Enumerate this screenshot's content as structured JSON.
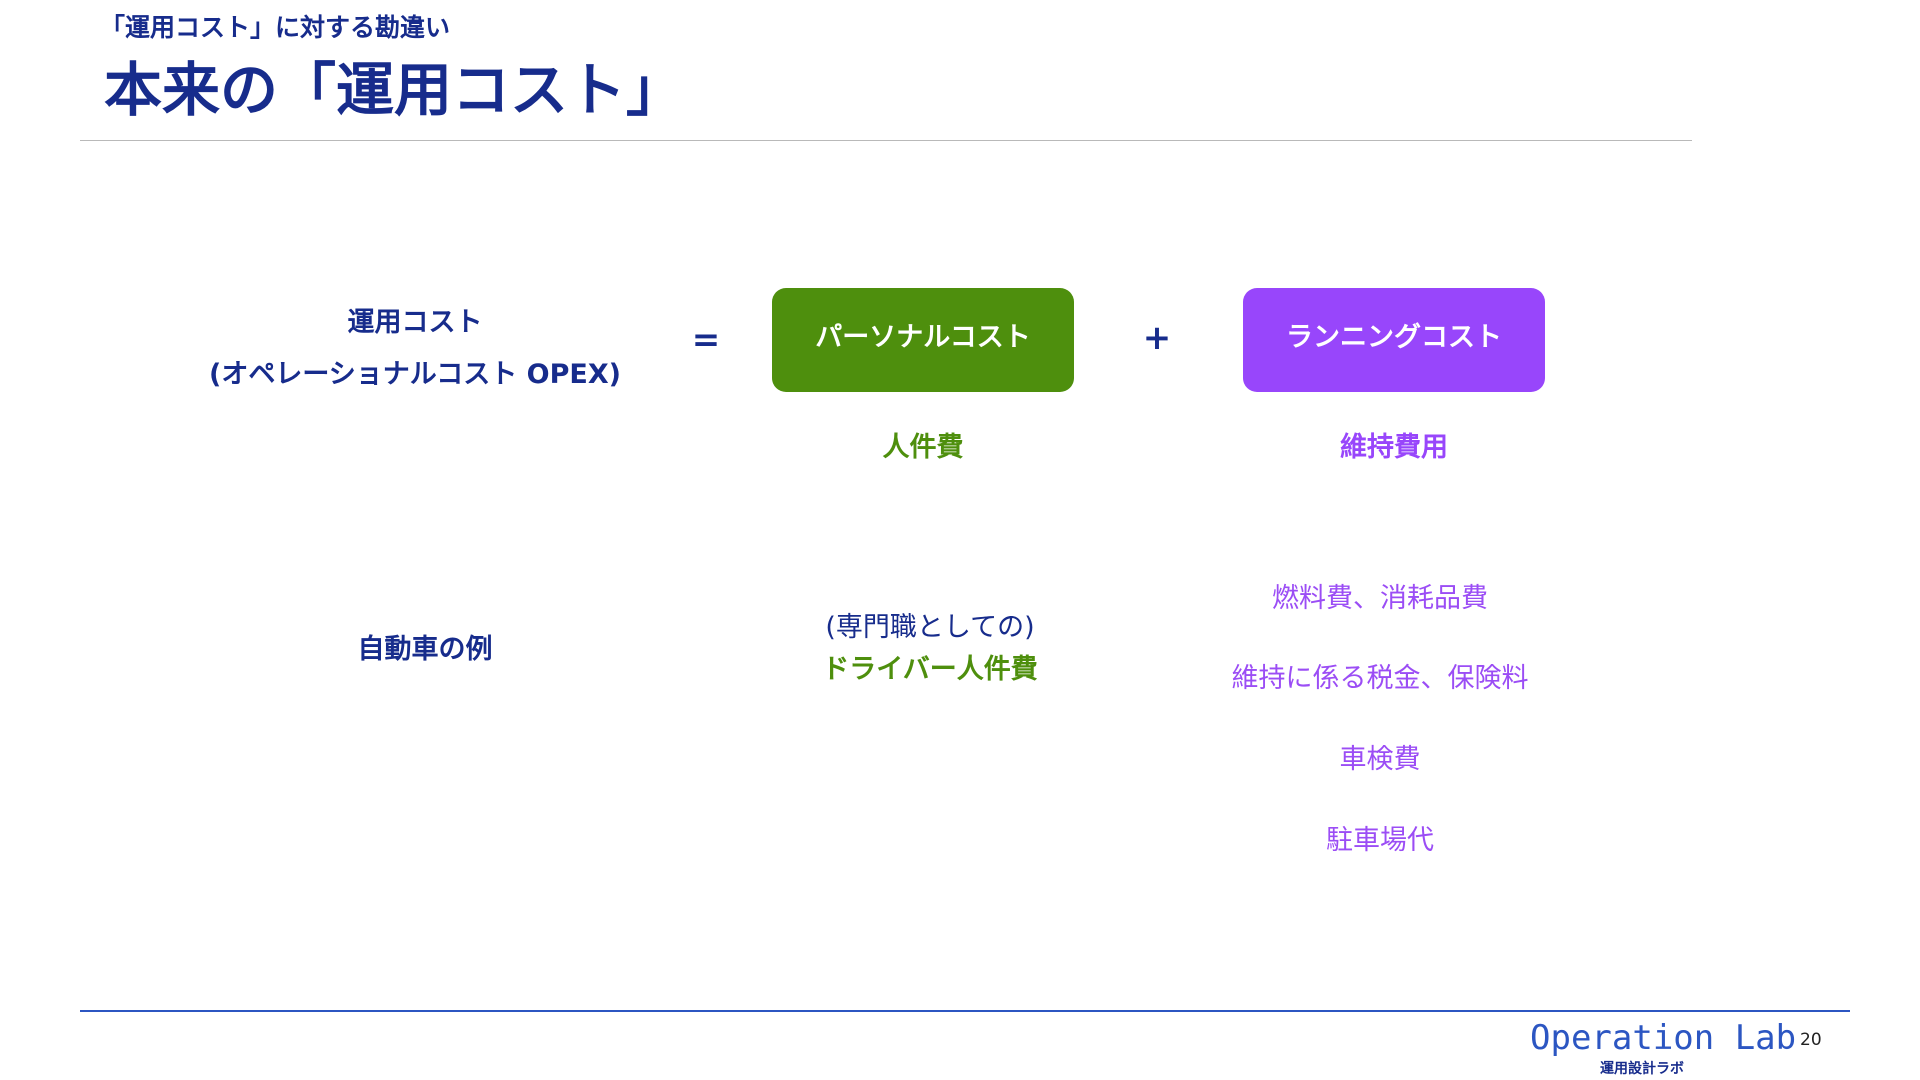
{
  "header": {
    "subtitle": "「運用コスト」に対する勘違い",
    "title": "本来の「運用コスト」"
  },
  "equation": {
    "opex_line1": "運用コスト",
    "opex_line2": "(オペレーショナルコスト OPEX)",
    "equals": "=",
    "plus": "+",
    "personal": {
      "label": "パーソナルコスト",
      "sub": "人件費",
      "color": "#4e8f0d"
    },
    "running": {
      "label": "ランニングコスト",
      "sub": "維持費用",
      "color": "#9846fb"
    }
  },
  "example": {
    "label": "自動車の例",
    "personal_line1": "(専門職としての)",
    "personal_line2": "ドライバー人件費",
    "running_items": [
      "燃料費、消耗品費",
      "維持に係る税金、保険料",
      "車検費",
      "駐車場代"
    ]
  },
  "footer": {
    "brand": "Operation Lab",
    "brand_sub": "運用設計ラボ",
    "page": "20",
    "accent_color": "#2c56c2",
    "navy_color": "#172c8c"
  }
}
